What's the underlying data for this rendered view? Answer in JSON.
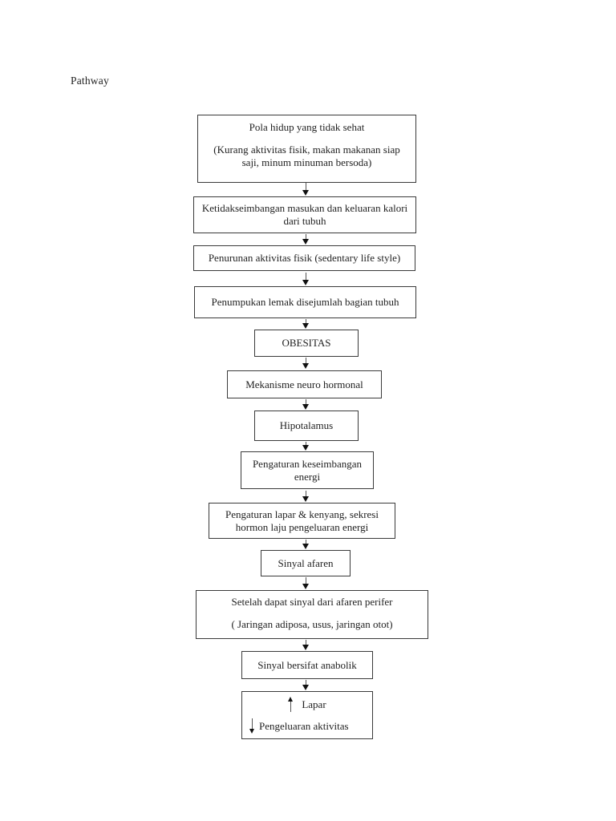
{
  "page": {
    "title": "Pathway"
  },
  "flowchart": {
    "line_color": "#3a3a3a",
    "nodes": [
      {
        "text1": "Pola hidup yang tidak sehat",
        "text2": "(Kurang aktivitas fisik, makan makanan siap saji, minum minuman bersoda)"
      },
      {
        "text": "Ketidakseimbangan masukan dan keluaran kalori dari tubuh"
      },
      {
        "text": "Penurunan aktivitas fisik (sedentary life style)"
      },
      {
        "text": "Penumpukan lemak disejumlah bagian tubuh"
      },
      {
        "text": "OBESITAS"
      },
      {
        "text": "Mekanisme neuro hormonal"
      },
      {
        "text": "Hipotalamus"
      },
      {
        "text": "Pengaturan keseimbangan energi"
      },
      {
        "text": "Pengaturan lapar & kenyang, sekresi hormon laju pengeluaran energi"
      },
      {
        "text": "Sinyal afaren"
      },
      {
        "text1": "Setelah dapat sinyal dari afaren perifer",
        "text2": "( Jaringan adiposa, usus, jaringan otot)"
      },
      {
        "text": "Sinyal bersifat anabolik"
      },
      {
        "up_label": "Lapar",
        "down_label": "Pengeluaran aktivitas"
      }
    ]
  }
}
